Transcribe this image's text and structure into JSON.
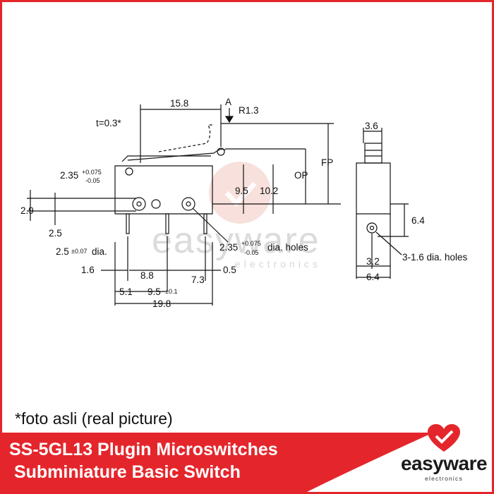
{
  "watermark": {
    "name": "easyware",
    "sub": "electronics",
    "color": "#e4262c"
  },
  "dimensions": {
    "top_length": "15.8",
    "actuator_mark": "A",
    "radius": "R1.3",
    "thickness": "t=0.3*",
    "hole_top": "2.35",
    "hole_top_tol_plus": "+0.075",
    "hole_top_tol_minus": "-0.05",
    "op": "OP",
    "fp": "FP",
    "height_a": "9.5",
    "height_b": "10.2",
    "left_a": "2.9",
    "left_b": "2.5",
    "dia_left": "2.5",
    "dia_left_tol": "±0.07",
    "dia_left_unit": "dia.",
    "hole_bottom": "2.35",
    "hole_bottom_tol_plus": "+0.075",
    "hole_bottom_tol_minus": "-0.05",
    "hole_bottom_unit": "dia. holes",
    "pin_a": "1.6",
    "pin_b": "8.8",
    "pin_c": "7.3",
    "pin_d": "0.5",
    "span_a": "5.1",
    "span_b": "9.5",
    "span_b_tol": "±0.1",
    "total": "19.8",
    "side_top": "3.6",
    "side_h": "6.4",
    "side_holes": "3-1.6 dia. holes",
    "side_b1": "3.2",
    "side_b2": "6.4"
  },
  "note": "*foto asli (real picture)",
  "banner": {
    "line1": "SS-5GL13 Plugin Microswitches",
    "line2": " Subminiature Basic Switch",
    "color": "#e4262c"
  },
  "brand": {
    "name": "easyware",
    "sub": "electronics",
    "logo_icon": "check-heart-icon"
  }
}
